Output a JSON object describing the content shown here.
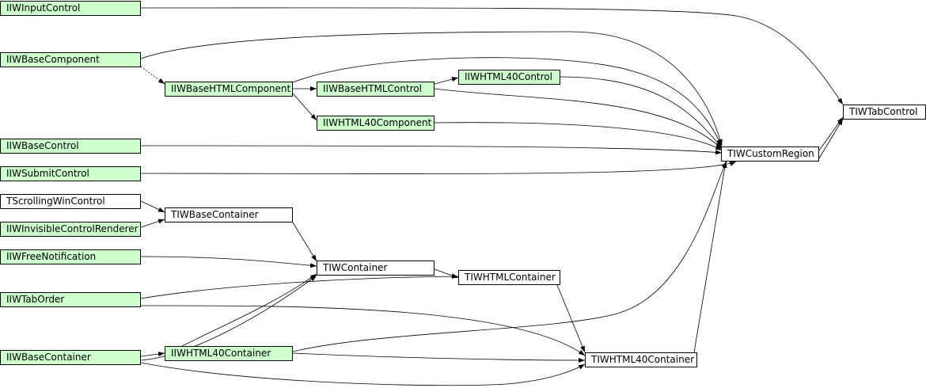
{
  "diagram": {
    "nodes": {
      "iiw_input_control": "IIWInputControl",
      "iiw_base_component": "IIWBaseComponent",
      "iiw_base_html_component": "IIWBaseHTMLComponent",
      "iiw_base_html_control": "IIWBaseHTMLControl",
      "iiw_html40_control": "IIWHTML40Control",
      "iiw_html40_component": "IIWHTML40Component",
      "iiw_base_control": "IIWBaseControl",
      "iiw_submit_control": "IIWSubmitControl",
      "tscrolling_win_control": "TScrollingWinControl",
      "iiw_invisible_control_renderer": "IIWInvisibleControlRenderer",
      "tiw_base_container": "TIWBaseContainer",
      "iiw_free_notification": "IIWFreeNotification",
      "tiw_container": "TIWContainer",
      "tiw_html_container": "TIWHTMLContainer",
      "iiw_tab_order": "IIWTabOrder",
      "iiw_base_container": "IIWBaseContainer",
      "iiw_html40_container": "IIWHTML40Container",
      "tiw_html40_container": "TIWHTML40Container",
      "tiw_custom_region": "TIWCustomRegion",
      "tiw_tab_control": "TIWTabControl"
    },
    "colors": {
      "interface_fill": "#ccffcc",
      "class_fill": "#ffffff",
      "edge": "#000000"
    }
  }
}
